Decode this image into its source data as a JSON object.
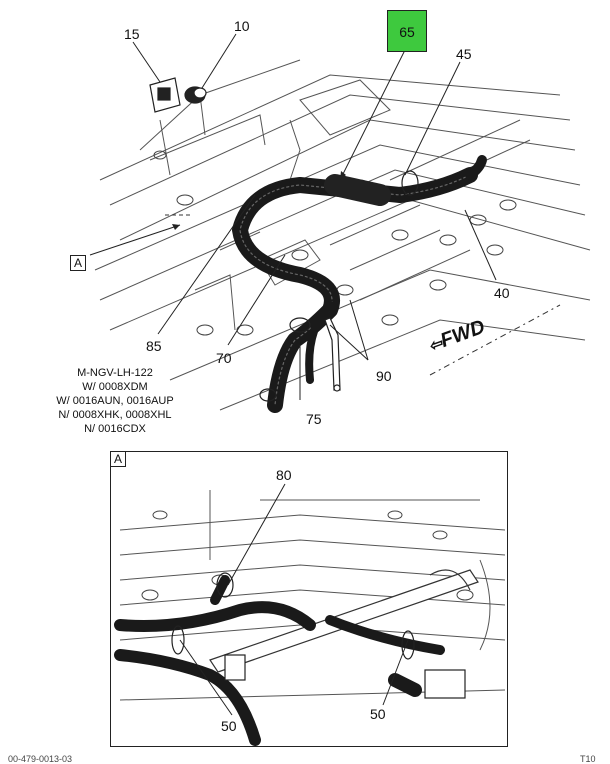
{
  "callouts": {
    "c15": "15",
    "c10": "10",
    "c65": "65",
    "c45": "45",
    "c40": "40",
    "c85": "85",
    "c70": "70",
    "c75": "75",
    "c90": "90",
    "c80": "80",
    "c50a": "50",
    "c50b": "50"
  },
  "view_ref": {
    "main": "A",
    "detail": "A"
  },
  "direction_label": "FWD",
  "note_lines": [
    "M-NGV-LH-122",
    "W/ 0008XDM",
    "W/ 0016AUN, 0016AUP",
    "N/ 0008XHK, 0008XHL",
    "N/ 0016CDX"
  ],
  "footer": {
    "left": "00-479-0013-03",
    "right": "T10"
  },
  "colors": {
    "highlight": "#3ec93e",
    "line": "#222222",
    "harness": "#1a1a1a"
  }
}
